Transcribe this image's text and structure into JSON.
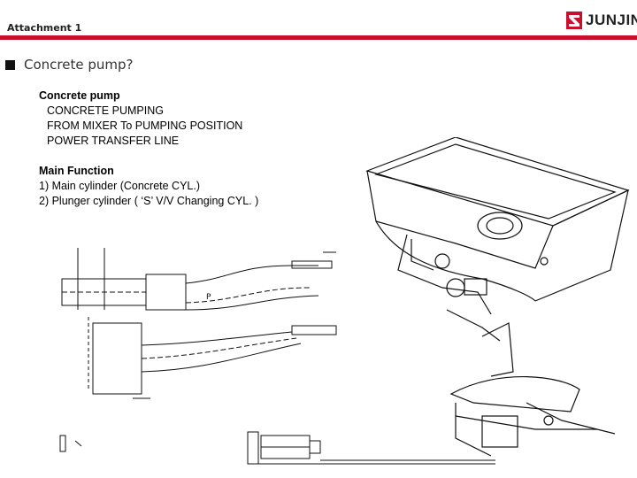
{
  "header": {
    "attachment": "Attachment 1",
    "logo_text": "JUNJIN",
    "accent_color": "#c8102e"
  },
  "section": {
    "title": "Concrete pump?"
  },
  "content": {
    "heading1": "Concrete pump",
    "items1": [
      "CONCRETE PUMPING",
      "FROM MIXER To PUMPING POSITION",
      "POWER TRANSFER LINE"
    ],
    "heading2": "Main Function",
    "items2": [
      "1)  Main cylinder (Concrete CYL.)",
      "2)  Plunger cylinder ( ‘S’ V/V Changing CYL. )"
    ]
  }
}
